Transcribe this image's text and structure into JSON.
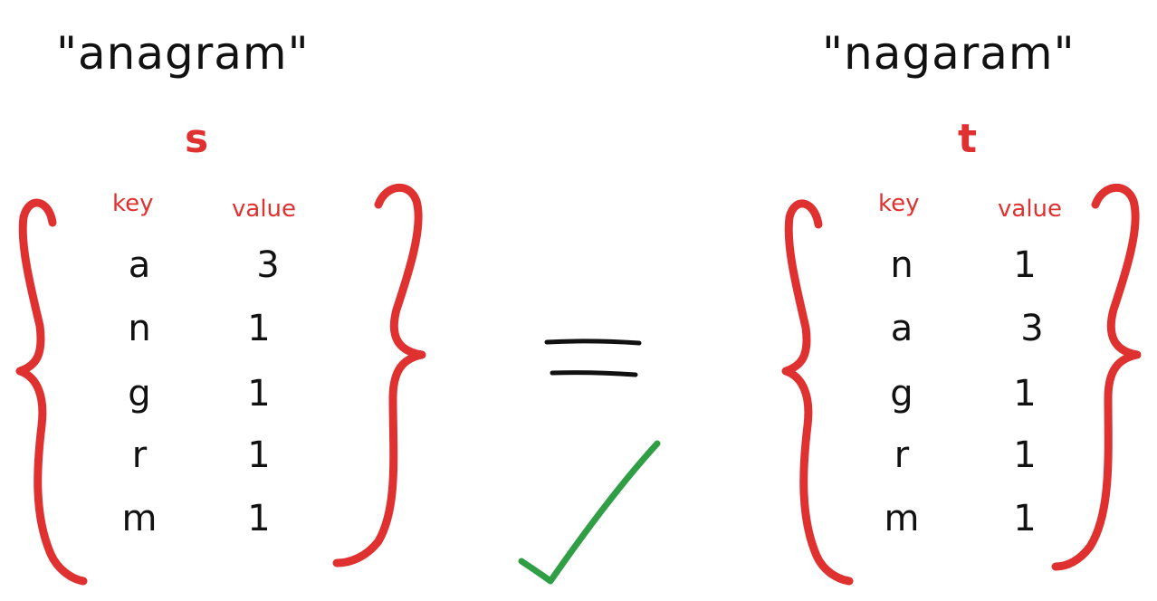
{
  "left": {
    "word": "\"anagram\"",
    "variable": "s",
    "header_key": "key",
    "header_value": "value",
    "rows": [
      {
        "key": "a",
        "value": "3"
      },
      {
        "key": "n",
        "value": "1"
      },
      {
        "key": "g",
        "value": "1"
      },
      {
        "key": "r",
        "value": "1"
      },
      {
        "key": "m",
        "value": "1"
      }
    ]
  },
  "right": {
    "word": "\"nagaram\"",
    "variable": "t",
    "header_key": "key",
    "header_value": "value",
    "rows": [
      {
        "key": "n",
        "value": "1"
      },
      {
        "key": "a",
        "value": "3"
      },
      {
        "key": "g",
        "value": "1"
      },
      {
        "key": "r",
        "value": "1"
      },
      {
        "key": "m",
        "value": "1"
      }
    ]
  },
  "colors": {
    "brace": "#e03131",
    "equals": "#111111",
    "check": "#2f9e44"
  },
  "icons": [
    "equals-sign-icon",
    "checkmark-icon"
  ]
}
